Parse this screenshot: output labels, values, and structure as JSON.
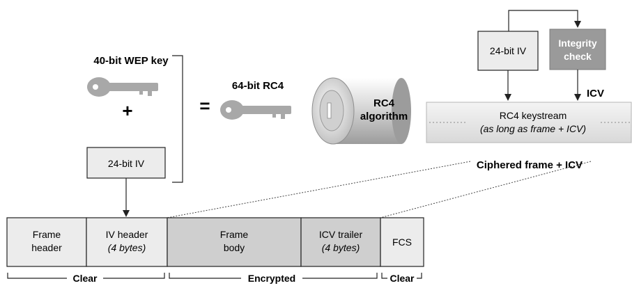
{
  "left": {
    "wep_key_label": "40-bit WEP key",
    "plus": "+",
    "iv_box_label": "24-bit IV",
    "equals": "="
  },
  "rc4": {
    "key_label": "64-bit RC4",
    "cylinder_line1": "RC4",
    "cylinder_line2": "algorithm"
  },
  "top_right": {
    "iv_label": "24-bit IV",
    "integrity_line1": "Integrity",
    "integrity_line2": "check",
    "icv_label": "ICV"
  },
  "keystream": {
    "line1": "RC4 keystream",
    "line2": "(as long as frame + ICV)",
    "ciphered_label": "Ciphered frame + ICV"
  },
  "frame": {
    "cells": [
      {
        "line1": "Frame",
        "line2": "header",
        "italic2": false
      },
      {
        "line1": "IV header",
        "line2": "(4 bytes)",
        "italic2": true
      },
      {
        "line1": "Frame",
        "line2": "body",
        "italic2": false
      },
      {
        "line1": "ICV trailer",
        "line2": "(4 bytes)",
        "italic2": true
      },
      {
        "line1": "FCS",
        "line2": "",
        "italic2": false
      }
    ],
    "brackets": [
      "Clear",
      "Encrypted",
      "Clear"
    ]
  },
  "colors": {
    "light_box": "#ececec",
    "dark_box": "#cfcfcf",
    "integrity_fill": "#9a9a9a",
    "key_gray": "#a8a8a8",
    "line": "#222222"
  }
}
